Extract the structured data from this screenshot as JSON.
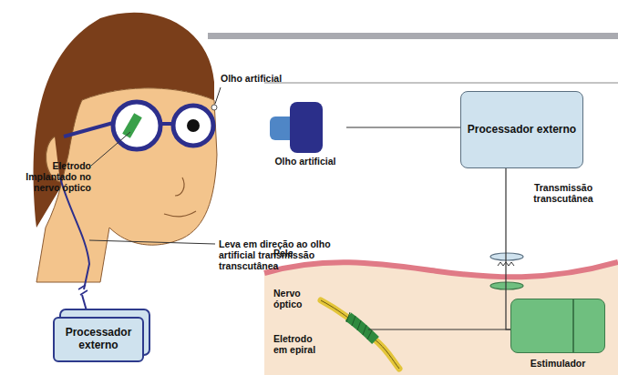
{
  "diagram": {
    "nodes": [
      {
        "text": [
          "Processador externo"
        ]
      },
      {
        "text": [
          "Olho artificial"
        ]
      },
      {
        "text": [
          "Processador externo"
        ]
      },
      {
        "text": [
          "Estimulador"
        ]
      }
    ],
    "edges": [
      {
        "from": 1,
        "to": 2,
        "arrow": "none"
      },
      {
        "from": 2,
        "to": 3,
        "arrow": "none"
      }
    ],
    "labels": [
      "Olho artificial",
      "Eletrodo Implantado no nervo óptico",
      "Leva em direção ao olho artificial transmissão transcutânea",
      "Transmissão transcutânea",
      "Pele",
      "Nervo óptico",
      "Eletrodo em epiral"
    ]
  }
}
